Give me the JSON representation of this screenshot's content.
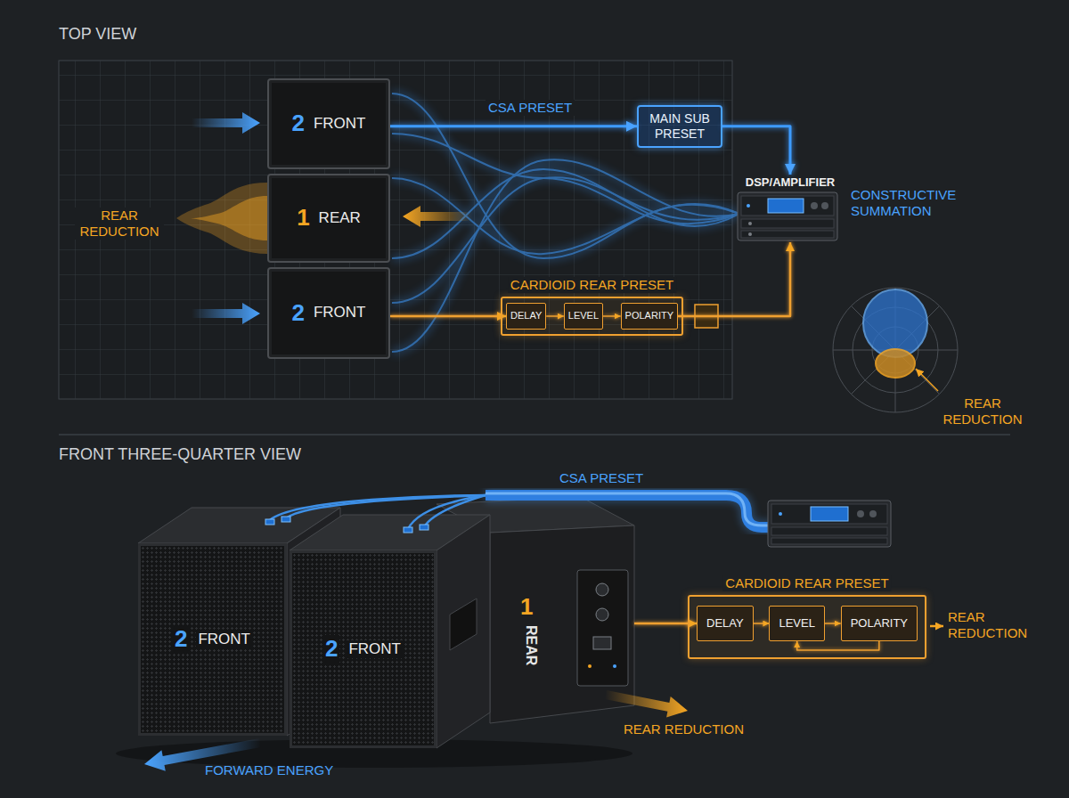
{
  "diagram": {
    "nodes": [
      {
        "text": [
          "2",
          "FRONT"
        ]
      },
      {
        "text": [
          "1",
          "REAR"
        ]
      },
      {
        "text": [
          "2",
          "FRONT"
        ]
      },
      {
        "text": [
          "MAIN SUB PRESET"
        ]
      },
      {
        "text": [
          "DSP/AMPLIFIER"
        ]
      },
      {
        "text": [
          "CARDIOID REAR PRESET"
        ]
      },
      {
        "text": [
          "DELAY"
        ],
        "in": 5
      },
      {
        "text": [
          "LEVEL"
        ],
        "in": 5
      },
      {
        "text": [
          "POLARITY"
        ],
        "in": 5
      },
      {
        "text": [
          "2",
          "FRONT"
        ]
      },
      {
        "text": [
          "2",
          "FRONT"
        ]
      },
      {
        "text": [
          "1",
          "REAR"
        ]
      },
      {
        "text": [
          "CARDIOID REAR PRESET"
        ]
      },
      {
        "text": [
          "DELAY"
        ],
        "in": 12
      },
      {
        "text": [
          "LEVEL"
        ],
        "in": 12
      },
      {
        "text": [
          "POLARITY"
        ],
        "in": 12
      }
    ],
    "edges": [
      {
        "from": 0,
        "to": 3,
        "label": "CSA PRESET",
        "arrow": "to"
      },
      {
        "from": 3,
        "to": 4,
        "arrow": "to"
      },
      {
        "from": 2,
        "to": 6,
        "arrow": "to"
      },
      {
        "from": 6,
        "to": 7,
        "arrow": "to"
      },
      {
        "from": 7,
        "to": 8,
        "arrow": "to"
      },
      {
        "from": 8,
        "to": 4,
        "arrow": "to"
      },
      {
        "from": 11,
        "to": 13,
        "arrow": "to"
      },
      {
        "from": 13,
        "to": 14,
        "arrow": "to"
      },
      {
        "from": 14,
        "to": 15,
        "arrow": "to"
      },
      {
        "from": 15,
        "to": 14,
        "arrow": "to"
      }
    ],
    "labels": [
      "TOP VIEW",
      "REAR REDUCTION",
      "CONSTRUCTIVE SUMMATION",
      "REAR REDUCTION",
      "FRONT THREE-QUARTER VIEW",
      "CSA PRESET",
      "REAR REDUCTION",
      "REAR REDUCTION",
      "FORWARD ENERGY"
    ]
  }
}
